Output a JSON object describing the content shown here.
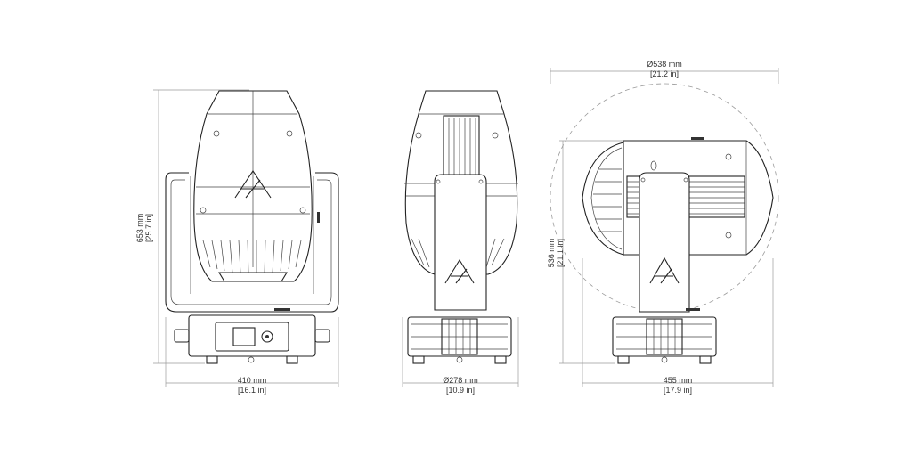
{
  "colors": {
    "line": "#222222",
    "dimension": "#9a9a9a",
    "text": "#333333",
    "background": "#ffffff"
  },
  "views": {
    "front": {
      "height_mm": "653 mm",
      "height_in": "[25.7 in]",
      "width_mm": "410 mm",
      "width_in": "[16.1 in]"
    },
    "side": {
      "diameter_mm": "Ø278  mm",
      "diameter_in": "[10.9 in]"
    },
    "tilted": {
      "sweep_mm": "Ø538  mm",
      "sweep_in": "[21.2 in]",
      "height_mm": "536 mm",
      "height_in": "[21.1 in]",
      "width_mm": "455 mm",
      "width_in": "[17.9 in]"
    }
  }
}
